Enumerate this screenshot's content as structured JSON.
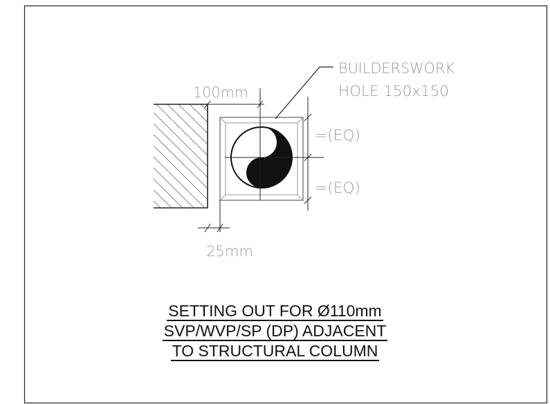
{
  "labels": {
    "hole_line1": "BUILDERSWORK",
    "hole_line2": "HOLE 150x150",
    "dim_top": "100mm",
    "dim_bottom": "25mm",
    "eq_upper": "=(EQ)",
    "eq_lower": "=(EQ)"
  },
  "title": {
    "line1": "SETTING OUT FOR Ø110mm",
    "line2": "SVP/WVP/SP (DP) ADJACENT",
    "line3": "TO STRUCTURAL COLUMN"
  }
}
